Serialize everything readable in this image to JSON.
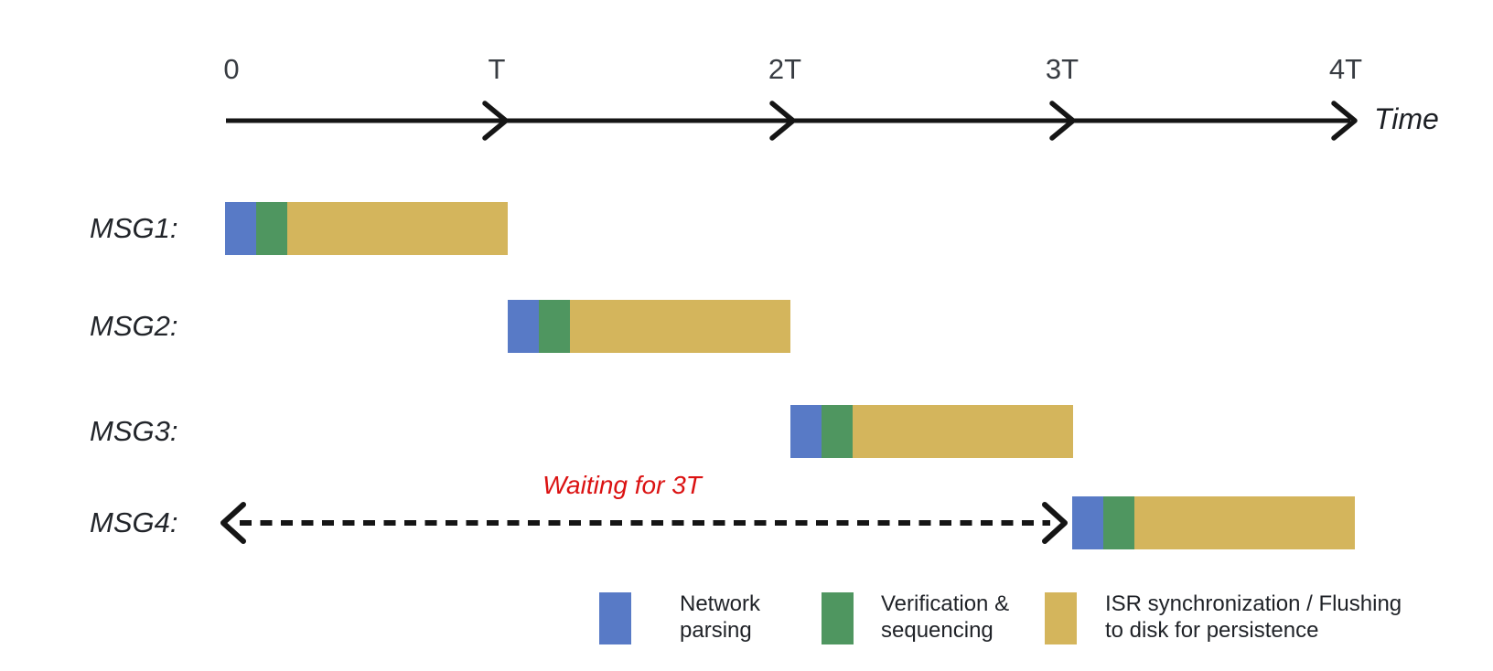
{
  "colors": {
    "network-parsing": "#587AC6",
    "verification-sequencing": "#4F9660",
    "isr-flush": "#D4B55C",
    "waiting-text": "#DB1212",
    "axis": "#151515"
  },
  "timeline": {
    "ticks": [
      "0",
      "T",
      "2T",
      "3T",
      "4T"
    ],
    "axis_label": "Time"
  },
  "rows": [
    {
      "label": "MSG1:"
    },
    {
      "label": "MSG2:"
    },
    {
      "label": "MSG3:"
    },
    {
      "label": "MSG4:",
      "waiting_label": "Waiting for 3T"
    }
  ],
  "legend": [
    {
      "color_key": "network-parsing",
      "label": "Network parsing",
      "lines": [
        "Network",
        "parsing"
      ]
    },
    {
      "color_key": "verification-sequencing",
      "label": "Verification & sequencing",
      "lines": [
        "Verification &",
        "sequencing"
      ]
    },
    {
      "color_key": "isr-flush",
      "label": "ISR synchronization / Flushing to disk for persistence",
      "lines": [
        "ISR synchronization / Flushing",
        "to disk for persistence"
      ]
    }
  ],
  "diagram_data": {
    "type": "timeline-gantt",
    "time_axis": {
      "ticks": [
        "0",
        "T",
        "2T",
        "3T",
        "4T"
      ],
      "label": "Time"
    },
    "processes": [
      "Network parsing",
      "Verification & sequencing",
      "ISR synchronization / Flushing to disk for persistence"
    ],
    "bars": [
      {
        "row": "MSG1:",
        "start": "0",
        "duration": "T"
      },
      {
        "row": "MSG2:",
        "start": "T",
        "duration": "T"
      },
      {
        "row": "MSG3:",
        "start": "2T",
        "duration": "T"
      },
      {
        "row": "MSG4:",
        "start": "3T",
        "duration": "T",
        "annotation": "Waiting for 3T",
        "waiting_span": [
          "0",
          "3T"
        ]
      }
    ]
  }
}
